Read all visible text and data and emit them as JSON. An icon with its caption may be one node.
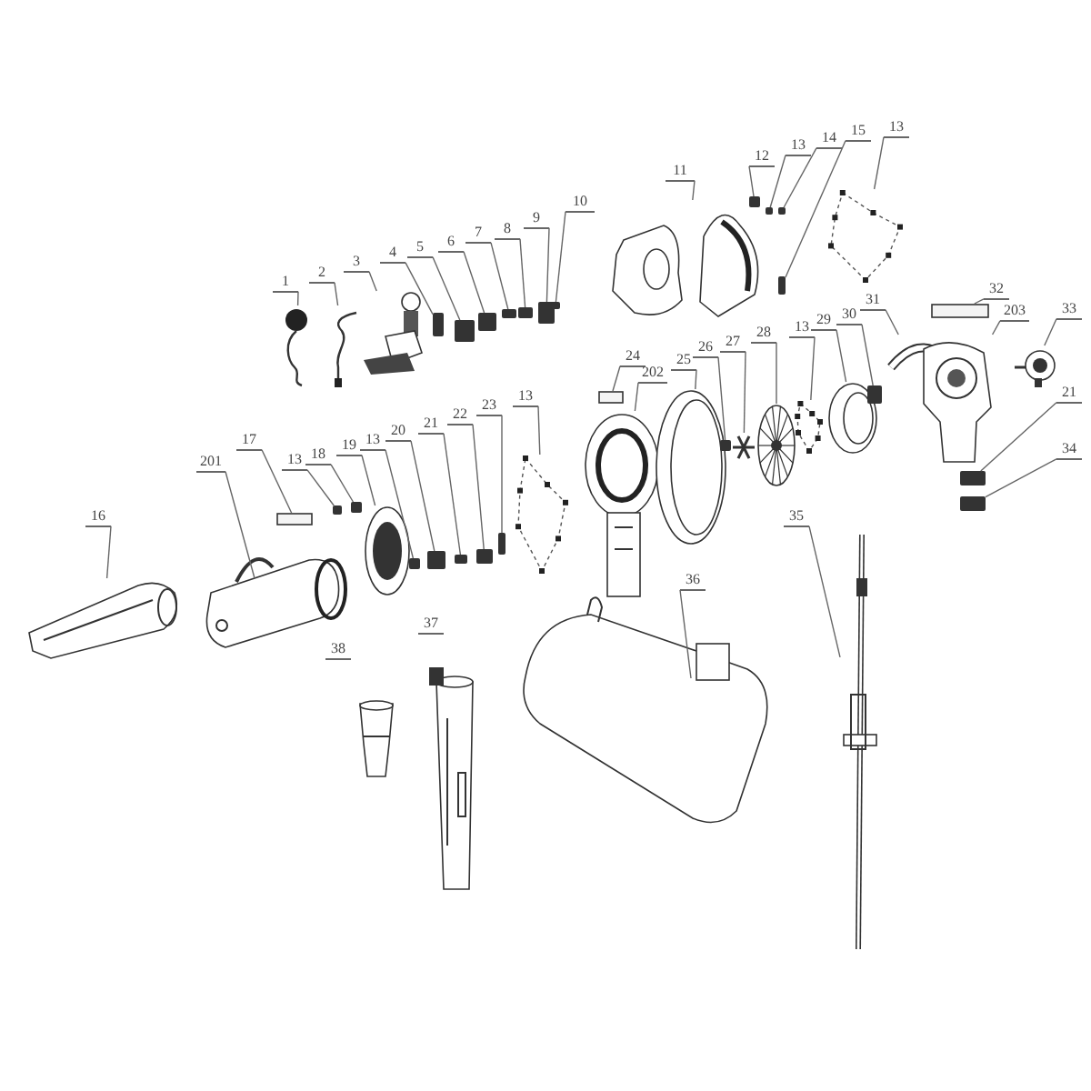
{
  "diagram": {
    "nodes": [
      {
        "text": [
          "1"
        ]
      },
      {
        "text": [],
        "shape": "picture"
      },
      {
        "text": [
          "2"
        ]
      },
      {
        "text": [],
        "shape": "picture"
      },
      {
        "text": [
          "3"
        ]
      },
      {
        "text": [],
        "shape": "picture"
      },
      {
        "text": [
          "4"
        ]
      },
      {
        "text": [],
        "shape": "box"
      },
      {
        "text": [
          "5"
        ]
      },
      {
        "text": [],
        "shape": "box"
      },
      {
        "text": [
          "6"
        ]
      },
      {
        "text": [],
        "shape": "box"
      },
      {
        "text": [
          "7"
        ]
      },
      {
        "text": [],
        "shape": "box"
      },
      {
        "text": [
          "8"
        ]
      },
      {
        "text": [],
        "shape": "box"
      },
      {
        "text": [
          "9"
        ]
      },
      {
        "text": [],
        "shape": "box"
      },
      {
        "text": [
          "10"
        ]
      },
      {
        "text": [],
        "shape": "box"
      },
      {
        "text": [
          "11"
        ]
      },
      {
        "text": [],
        "shape": "picture"
      },
      {
        "text": [
          "12"
        ]
      },
      {
        "text": [],
        "shape": "box"
      },
      {
        "text": [
          "13"
        ]
      },
      {
        "text": [],
        "shape": "box"
      },
      {
        "text": [
          "14"
        ]
      },
      {
        "text": [],
        "shape": "box"
      },
      {
        "text": [
          "15"
        ]
      },
      {
        "text": [],
        "shape": "box"
      },
      {
        "text": [
          "13"
        ]
      },
      {
        "text": [],
        "shape": "picture"
      },
      {
        "text": [
          "24"
        ]
      },
      {
        "text": [],
        "shape": "box"
      },
      {
        "text": [
          "202"
        ]
      },
      {
        "text": [],
        "shape": "picture"
      },
      {
        "text": [
          "25"
        ]
      },
      {
        "text": [],
        "shape": "picture"
      },
      {
        "text": [
          "26"
        ]
      },
      {
        "text": [],
        "shape": "box"
      },
      {
        "text": [
          "27"
        ]
      },
      {
        "text": [],
        "shape": "picture"
      },
      {
        "text": [
          "28"
        ]
      },
      {
        "text": [],
        "shape": "picture"
      },
      {
        "text": [
          "13"
        ]
      },
      {
        "text": [],
        "shape": "picture"
      },
      {
        "text": [
          "29"
        ]
      },
      {
        "text": [],
        "shape": "picture"
      },
      {
        "text": [
          "30"
        ]
      },
      {
        "text": [],
        "shape": "box"
      },
      {
        "text": [
          "31"
        ]
      },
      {
        "text": [],
        "shape": "picture"
      },
      {
        "text": [
          "32"
        ]
      },
      {
        "text": [],
        "shape": "box"
      },
      {
        "text": [
          "203"
        ]
      },
      {
        "text": [],
        "shape": "picture"
      },
      {
        "text": [
          "33"
        ]
      },
      {
        "text": [],
        "shape": "picture"
      },
      {
        "text": [
          "21"
        ]
      },
      {
        "text": [],
        "shape": "box"
      },
      {
        "text": [
          "34"
        ]
      },
      {
        "text": [],
        "shape": "box"
      },
      {
        "text": [
          "16"
        ]
      },
      {
        "text": [],
        "shape": "picture"
      },
      {
        "text": [
          "201"
        ]
      },
      {
        "text": [],
        "shape": "picture"
      },
      {
        "text": [
          "17"
        ]
      },
      {
        "text": [],
        "shape": "box"
      },
      {
        "text": [
          "13"
        ]
      },
      {
        "text": [],
        "shape": "box"
      },
      {
        "text": [
          "18"
        ]
      },
      {
        "text": [],
        "shape": "box"
      },
      {
        "text": [
          "19"
        ]
      },
      {
        "text": [],
        "shape": "picture"
      },
      {
        "text": [
          "13"
        ]
      },
      {
        "text": [],
        "shape": "box"
      },
      {
        "text": [
          "20"
        ]
      },
      {
        "text": [],
        "shape": "box"
      },
      {
        "text": [
          "21"
        ]
      },
      {
        "text": [],
        "shape": "box"
      },
      {
        "text": [
          "22"
        ]
      },
      {
        "text": [],
        "shape": "box"
      },
      {
        "text": [
          "23"
        ]
      },
      {
        "text": [],
        "shape": "box"
      },
      {
        "text": [
          "13"
        ]
      },
      {
        "text": [],
        "shape": "picture"
      },
      {
        "text": [
          "35"
        ]
      },
      {
        "text": [],
        "shape": "picture"
      },
      {
        "text": [
          "36"
        ]
      },
      {
        "text": [],
        "shape": "picture"
      },
      {
        "text": [
          "38"
        ]
      },
      {
        "text": [],
        "shape": "picture"
      },
      {
        "text": [
          "37"
        ]
      },
      {
        "text": [],
        "shape": "picture"
      }
    ],
    "edges": [
      {
        "from": 0,
        "to": 1,
        "arrow": "none"
      },
      {
        "from": 2,
        "to": 3,
        "arrow": "none"
      },
      {
        "from": 4,
        "to": 5,
        "arrow": "none"
      },
      {
        "from": 6,
        "to": 7,
        "arrow": "none"
      },
      {
        "from": 8,
        "to": 9,
        "arrow": "none"
      },
      {
        "from": 10,
        "to": 11,
        "arrow": "none"
      },
      {
        "from": 12,
        "to": 13,
        "arrow": "none"
      },
      {
        "from": 14,
        "to": 15,
        "arrow": "none"
      },
      {
        "from": 16,
        "to": 17,
        "arrow": "none"
      },
      {
        "from": 18,
        "to": 19,
        "arrow": "none"
      },
      {
        "from": 20,
        "to": 21,
        "arrow": "none"
      },
      {
        "from": 22,
        "to": 23,
        "arrow": "none"
      },
      {
        "from": 24,
        "to": 25,
        "arrow": "none"
      },
      {
        "from": 26,
        "to": 27,
        "arrow": "none"
      },
      {
        "from": 28,
        "to": 29,
        "arrow": "none"
      },
      {
        "from": 30,
        "to": 31,
        "arrow": "none"
      },
      {
        "from": 32,
        "to": 33,
        "arrow": "none"
      },
      {
        "from": 34,
        "to": 35,
        "arrow": "none"
      },
      {
        "from": 36,
        "to": 37,
        "arrow": "none"
      },
      {
        "from": 38,
        "to": 39,
        "arrow": "none"
      },
      {
        "from": 40,
        "to": 41,
        "arrow": "none"
      },
      {
        "from": 42,
        "to": 43,
        "arrow": "none"
      },
      {
        "from": 44,
        "to": 45,
        "arrow": "none"
      },
      {
        "from": 46,
        "to": 47,
        "arrow": "none"
      },
      {
        "from": 48,
        "to": 49,
        "arrow": "none"
      },
      {
        "from": 50,
        "to": 51,
        "arrow": "none"
      },
      {
        "from": 52,
        "to": 53,
        "arrow": "none"
      },
      {
        "from": 54,
        "to": 55,
        "arrow": "none"
      },
      {
        "from": 56,
        "to": 57,
        "arrow": "none"
      },
      {
        "from": 58,
        "to": 59,
        "arrow": "none"
      },
      {
        "from": 60,
        "to": 61,
        "arrow": "none"
      },
      {
        "from": 62,
        "to": 63,
        "arrow": "none"
      },
      {
        "from": 64,
        "to": 65,
        "arrow": "none"
      },
      {
        "from": 66,
        "to": 67,
        "arrow": "none"
      },
      {
        "from": 68,
        "to": 69,
        "arrow": "none"
      },
      {
        "from": 70,
        "to": 71,
        "arrow": "none"
      },
      {
        "from": 72,
        "to": 73,
        "arrow": "none"
      },
      {
        "from": 74,
        "to": 75,
        "arrow": "none"
      },
      {
        "from": 76,
        "to": 77,
        "arrow": "none"
      },
      {
        "from": 78,
        "to": 79,
        "arrow": "none"
      },
      {
        "from": 80,
        "to": 81,
        "arrow": "none"
      },
      {
        "from": 82,
        "to": 83,
        "arrow": "none"
      },
      {
        "from": 84,
        "to": 85,
        "arrow": "none"
      },
      {
        "from": 86,
        "to": 87,
        "arrow": "none"
      },
      {
        "from": 88,
        "to": 89,
        "arrow": "none"
      }
    ]
  }
}
